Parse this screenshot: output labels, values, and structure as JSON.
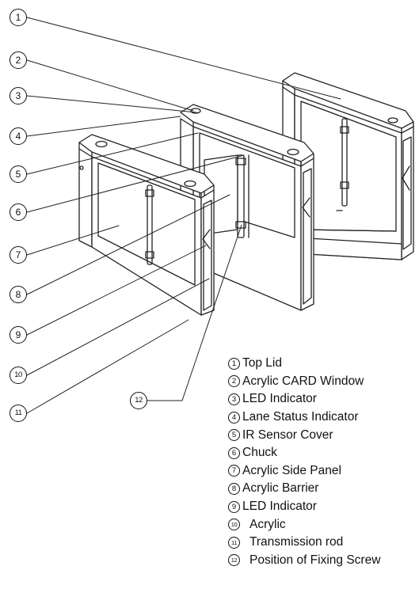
{
  "callouts": [
    {
      "number": "1",
      "label": "Top Lid"
    },
    {
      "number": "2",
      "label": "Acrylic CARD Window"
    },
    {
      "number": "3",
      "label": "LED Indicator"
    },
    {
      "number": "4",
      "label": "Lane Status Indicator"
    },
    {
      "number": "5",
      "label": "IR Sensor Cover"
    },
    {
      "number": "6",
      "label": "Chuck"
    },
    {
      "number": "7",
      "label": "Acrylic Side Panel"
    },
    {
      "number": "8",
      "label": "Acrylic Barrier"
    },
    {
      "number": "9",
      "label": "LED Indicator"
    },
    {
      "number": "10",
      "label": "Acrylic"
    },
    {
      "number": "11",
      "label": "Transmission rod"
    },
    {
      "number": "12",
      "label": "Position of Fixing Screw"
    }
  ]
}
